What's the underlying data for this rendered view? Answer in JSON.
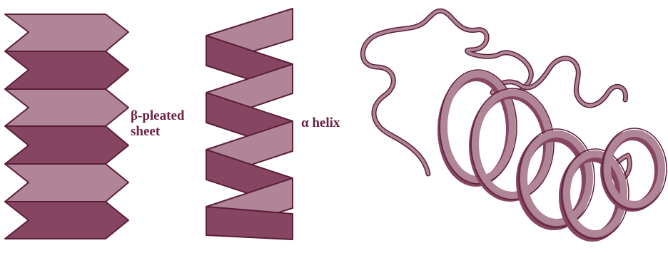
{
  "labels": {
    "beta_line1": "β-pleated",
    "beta_line2": "sheet",
    "alpha": "α helix"
  },
  "colors": {
    "light_fill": "#b08597",
    "dark_fill": "#864662",
    "outline": "#5a1e38",
    "label_text": "#6b2342"
  },
  "icons": [
    "beta-pleated-sheet-illustration",
    "alpha-helix-ribbon-illustration",
    "protein-tertiary-structure-illustration"
  ]
}
